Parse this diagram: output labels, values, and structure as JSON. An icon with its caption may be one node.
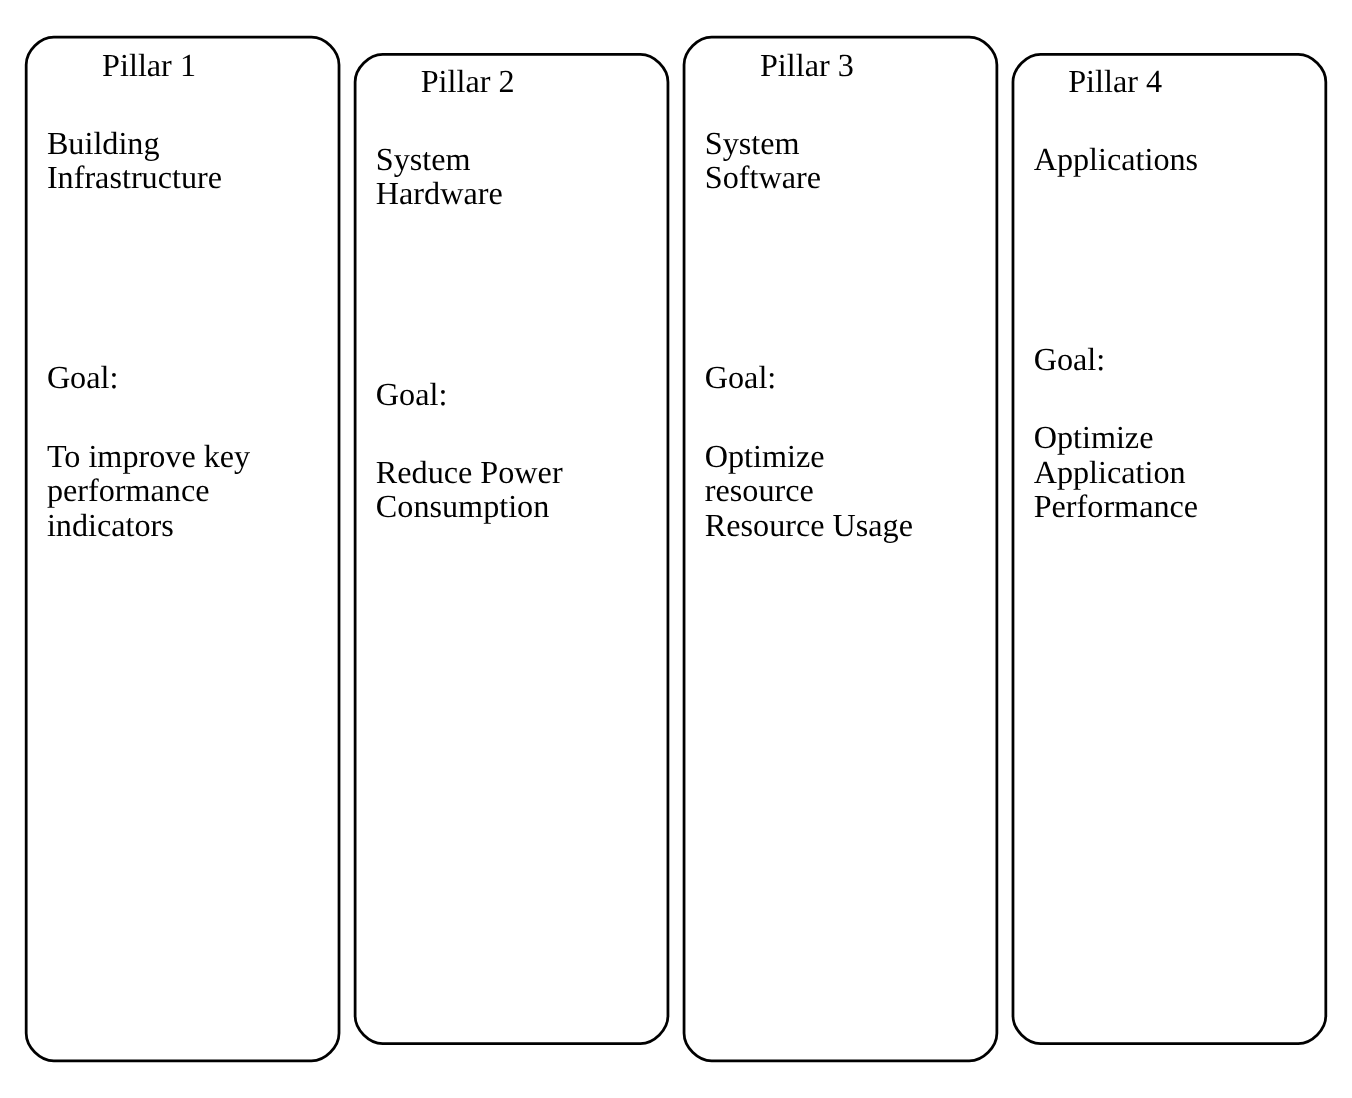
{
  "diagram": {
    "nodes": [
      {
        "text": [
          "Pillar 1",
          "Building Infrastructure",
          "Goal:",
          "To improve key performance indicators"
        ]
      },
      {
        "text": [
          "Pillar 2",
          "System Hardware",
          "Goal:",
          "Reduce Power Consumption"
        ]
      },
      {
        "text": [
          "Pillar 3",
          "System Software",
          "Goal:",
          "Optimize resource Resource Usage"
        ]
      },
      {
        "text": [
          "Pillar 4",
          "Applications",
          "Goal:",
          "Optimize Application Performance"
        ]
      }
    ],
    "edges": []
  }
}
